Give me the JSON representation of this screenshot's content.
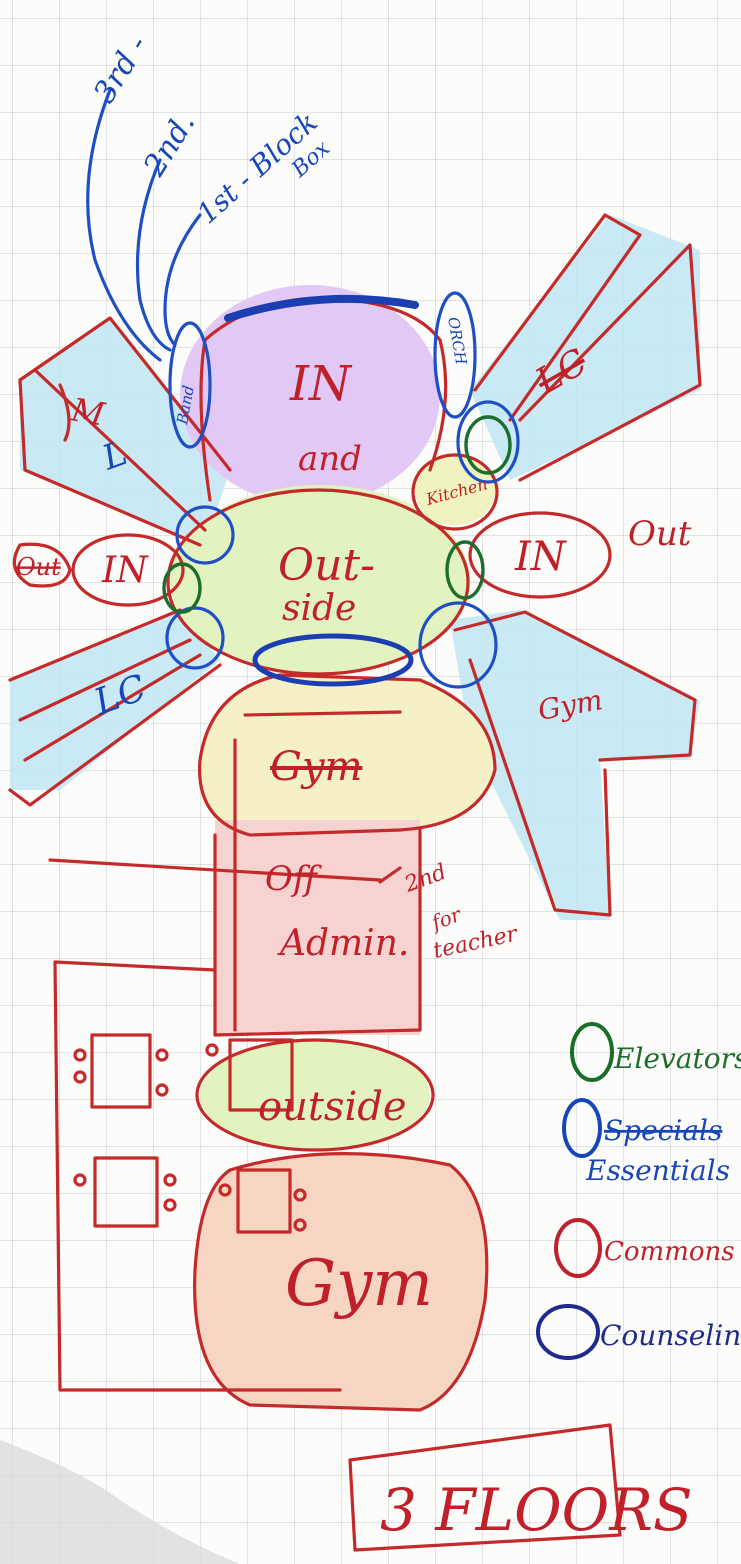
{
  "labels": {
    "third": "3rd -",
    "second": "2nd.",
    "first": "1st - Block",
    "first_sub": "Box",
    "in_top": "IN",
    "and": "and",
    "outside_center": "Out-",
    "outside_center_2": "side",
    "in_left": "IN",
    "in_right": "IN",
    "out_right": "Out",
    "out_left": "Out",
    "band_left": "Band",
    "band_right": "ORCH",
    "kitchen": "Kitchen",
    "gym_upper": "Gym",
    "off_admin": "Off",
    "off_admin_2": "Admin.",
    "second_floor": "2nd",
    "for_teacher": "for",
    "for_teacher_2": "teacher",
    "outside_lower": "outside",
    "gym_lower": "Gym",
    "floors": "3 FLOORS",
    "wing_ul_1": "M",
    "wing_ul_2": "L",
    "wing_ll": "LC",
    "wing_ur": "LC",
    "wing_lr": "Gym"
  },
  "legend": [
    {
      "label": "Elevators",
      "color": "#1b6e2a"
    },
    {
      "label": "Specials",
      "color": "#1746b8",
      "struck": true
    },
    {
      "label": "Essentials",
      "color": "#1746b8"
    },
    {
      "label": "Commons",
      "color": "#c0202a"
    },
    {
      "label": "Counseling",
      "color": "#1f2a8c"
    }
  ]
}
